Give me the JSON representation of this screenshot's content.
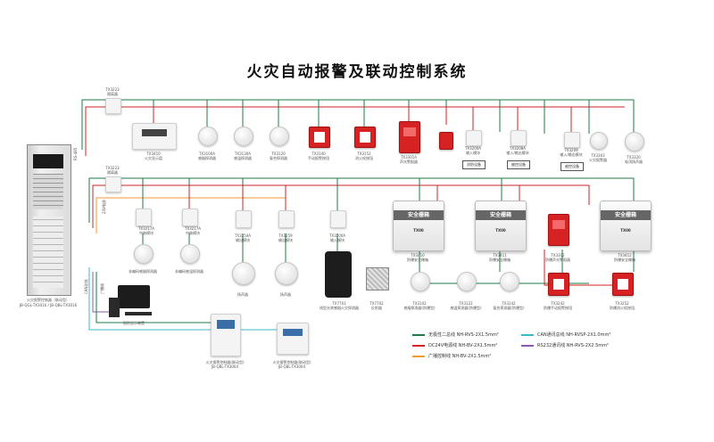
{
  "title": "火灾自动报警及联动控制系统",
  "colors": {
    "green": "#1e7b43",
    "red": "#d62222",
    "orange": "#f29a2e",
    "cyan": "#39b8c9",
    "purple": "#8e5aa8"
  },
  "modules_top": [
    {
      "code": "TX3223",
      "name": "隔离器"
    },
    {
      "code": "TX3223",
      "name": "隔离器"
    }
  ],
  "top_devices": [
    {
      "code": "TX3410",
      "name": "火灾显示盘"
    },
    {
      "code": "TX3100A",
      "name": "感烟探测器"
    },
    {
      "code": "TX3130A",
      "name": "感温探测器"
    },
    {
      "code": "TX3120",
      "name": "复合探测器"
    },
    {
      "code": "TX3140",
      "name": "手动报警按钮"
    },
    {
      "code": "TX3152",
      "name": "消火栓按钮"
    },
    {
      "code": "TX3301A",
      "name": "声光警报器"
    },
    {
      "code": "",
      "name": ""
    }
  ],
  "modules_mid": [
    {
      "code": "TX3200A",
      "name": "输入模块"
    },
    {
      "code": "TX3208A",
      "name": "输入/输出模块"
    },
    {
      "code": "TX3209",
      "name": "输入/输出模块"
    },
    {
      "code": "TX3303",
      "name": "火灾报警器"
    },
    {
      "code": "TX3320",
      "name": "吸顶扬声器"
    }
  ],
  "small_boxes": [
    "消防设备",
    "被控设备",
    "被控设备"
  ],
  "second_row": [
    {
      "code": "TX3217A",
      "name": "中继模块"
    },
    {
      "code": "TX3217A",
      "name": "中继模块"
    },
    {
      "code": "TX3254A",
      "name": "输出模块"
    },
    {
      "code": "TX3259",
      "name": "输出模块"
    },
    {
      "code": "TX3200A",
      "name": "输入模块"
    }
  ],
  "third_row": [
    {
      "name": "非编码感烟探测器"
    },
    {
      "name": "非编码感温探测器"
    },
    {
      "name": "扬声器"
    },
    {
      "name": "扬声器"
    }
  ],
  "beam": {
    "code": "TX7701",
    "name": "线型光束感烟火灾探测器"
  },
  "beam2": {
    "code": "TX7702",
    "name": "反射器"
  },
  "safety_boxes": [
    {
      "head": "安全栅箱",
      "tag": "TX00",
      "code": "TX3410",
      "name": "防爆安全栅箱"
    },
    {
      "head": "安全栅箱",
      "tag": "TX00",
      "code": "TX3411",
      "name": "防爆安全栅箱"
    },
    {
      "head": "安全栅箱",
      "tag": "TX00",
      "code": "TX3412",
      "name": "防爆安全栅箱"
    }
  ],
  "ex_devices": [
    {
      "code": "TX3302",
      "name": "防爆声光警报器"
    },
    {
      "code": "TX3242",
      "name": "防爆手动报警按钮"
    },
    {
      "code": "TX3252",
      "name": "防爆消火栓按钮"
    }
  ],
  "bottom_row": [
    {
      "code": "TX3102",
      "name": "感烟探测器(防爆型)"
    },
    {
      "code": "TX3122",
      "name": "感温探测器(防爆型)"
    },
    {
      "code": "TX3142",
      "name": "复合探测器(防爆型)"
    }
  ],
  "cabinet": {
    "line1": "火灾报警控制器（联动型）",
    "line2": "JB-QGL-TX3016 / JB-QBL-TX3016"
  },
  "computer": {
    "name": "图形显示装置"
  },
  "panels": [
    {
      "line1": "火灾报警控制器(联动型)",
      "line2": "JB-QBL-TX3004"
    },
    {
      "line1": "火灾报警控制器(联动型)",
      "line2": "JB-QBL-TX3004"
    }
  ],
  "wire_labels": [
    "RS-485",
    "24V电源",
    "CAN总线",
    "广播线"
  ],
  "legend": [
    {
      "color": "#1e7b43",
      "label": "无极性二总线",
      "spec": "NH-RVS-2X1.5mm²"
    },
    {
      "color": "#d62222",
      "label": "DC24V电源线",
      "spec": "NH-BV-2X1.5mm²"
    },
    {
      "color": "#f29a2e",
      "label": "广播控制线",
      "spec": "NH-BV-2X1.5mm²"
    },
    {
      "color": "#39b8c9",
      "label": "CAN通讯总线",
      "spec": "NH-RVSP-2X1.0mm²"
    },
    {
      "color": "#8e5aa8",
      "label": "RS232通讯线",
      "spec": "NH-RVS-2X2.5mm²"
    }
  ]
}
